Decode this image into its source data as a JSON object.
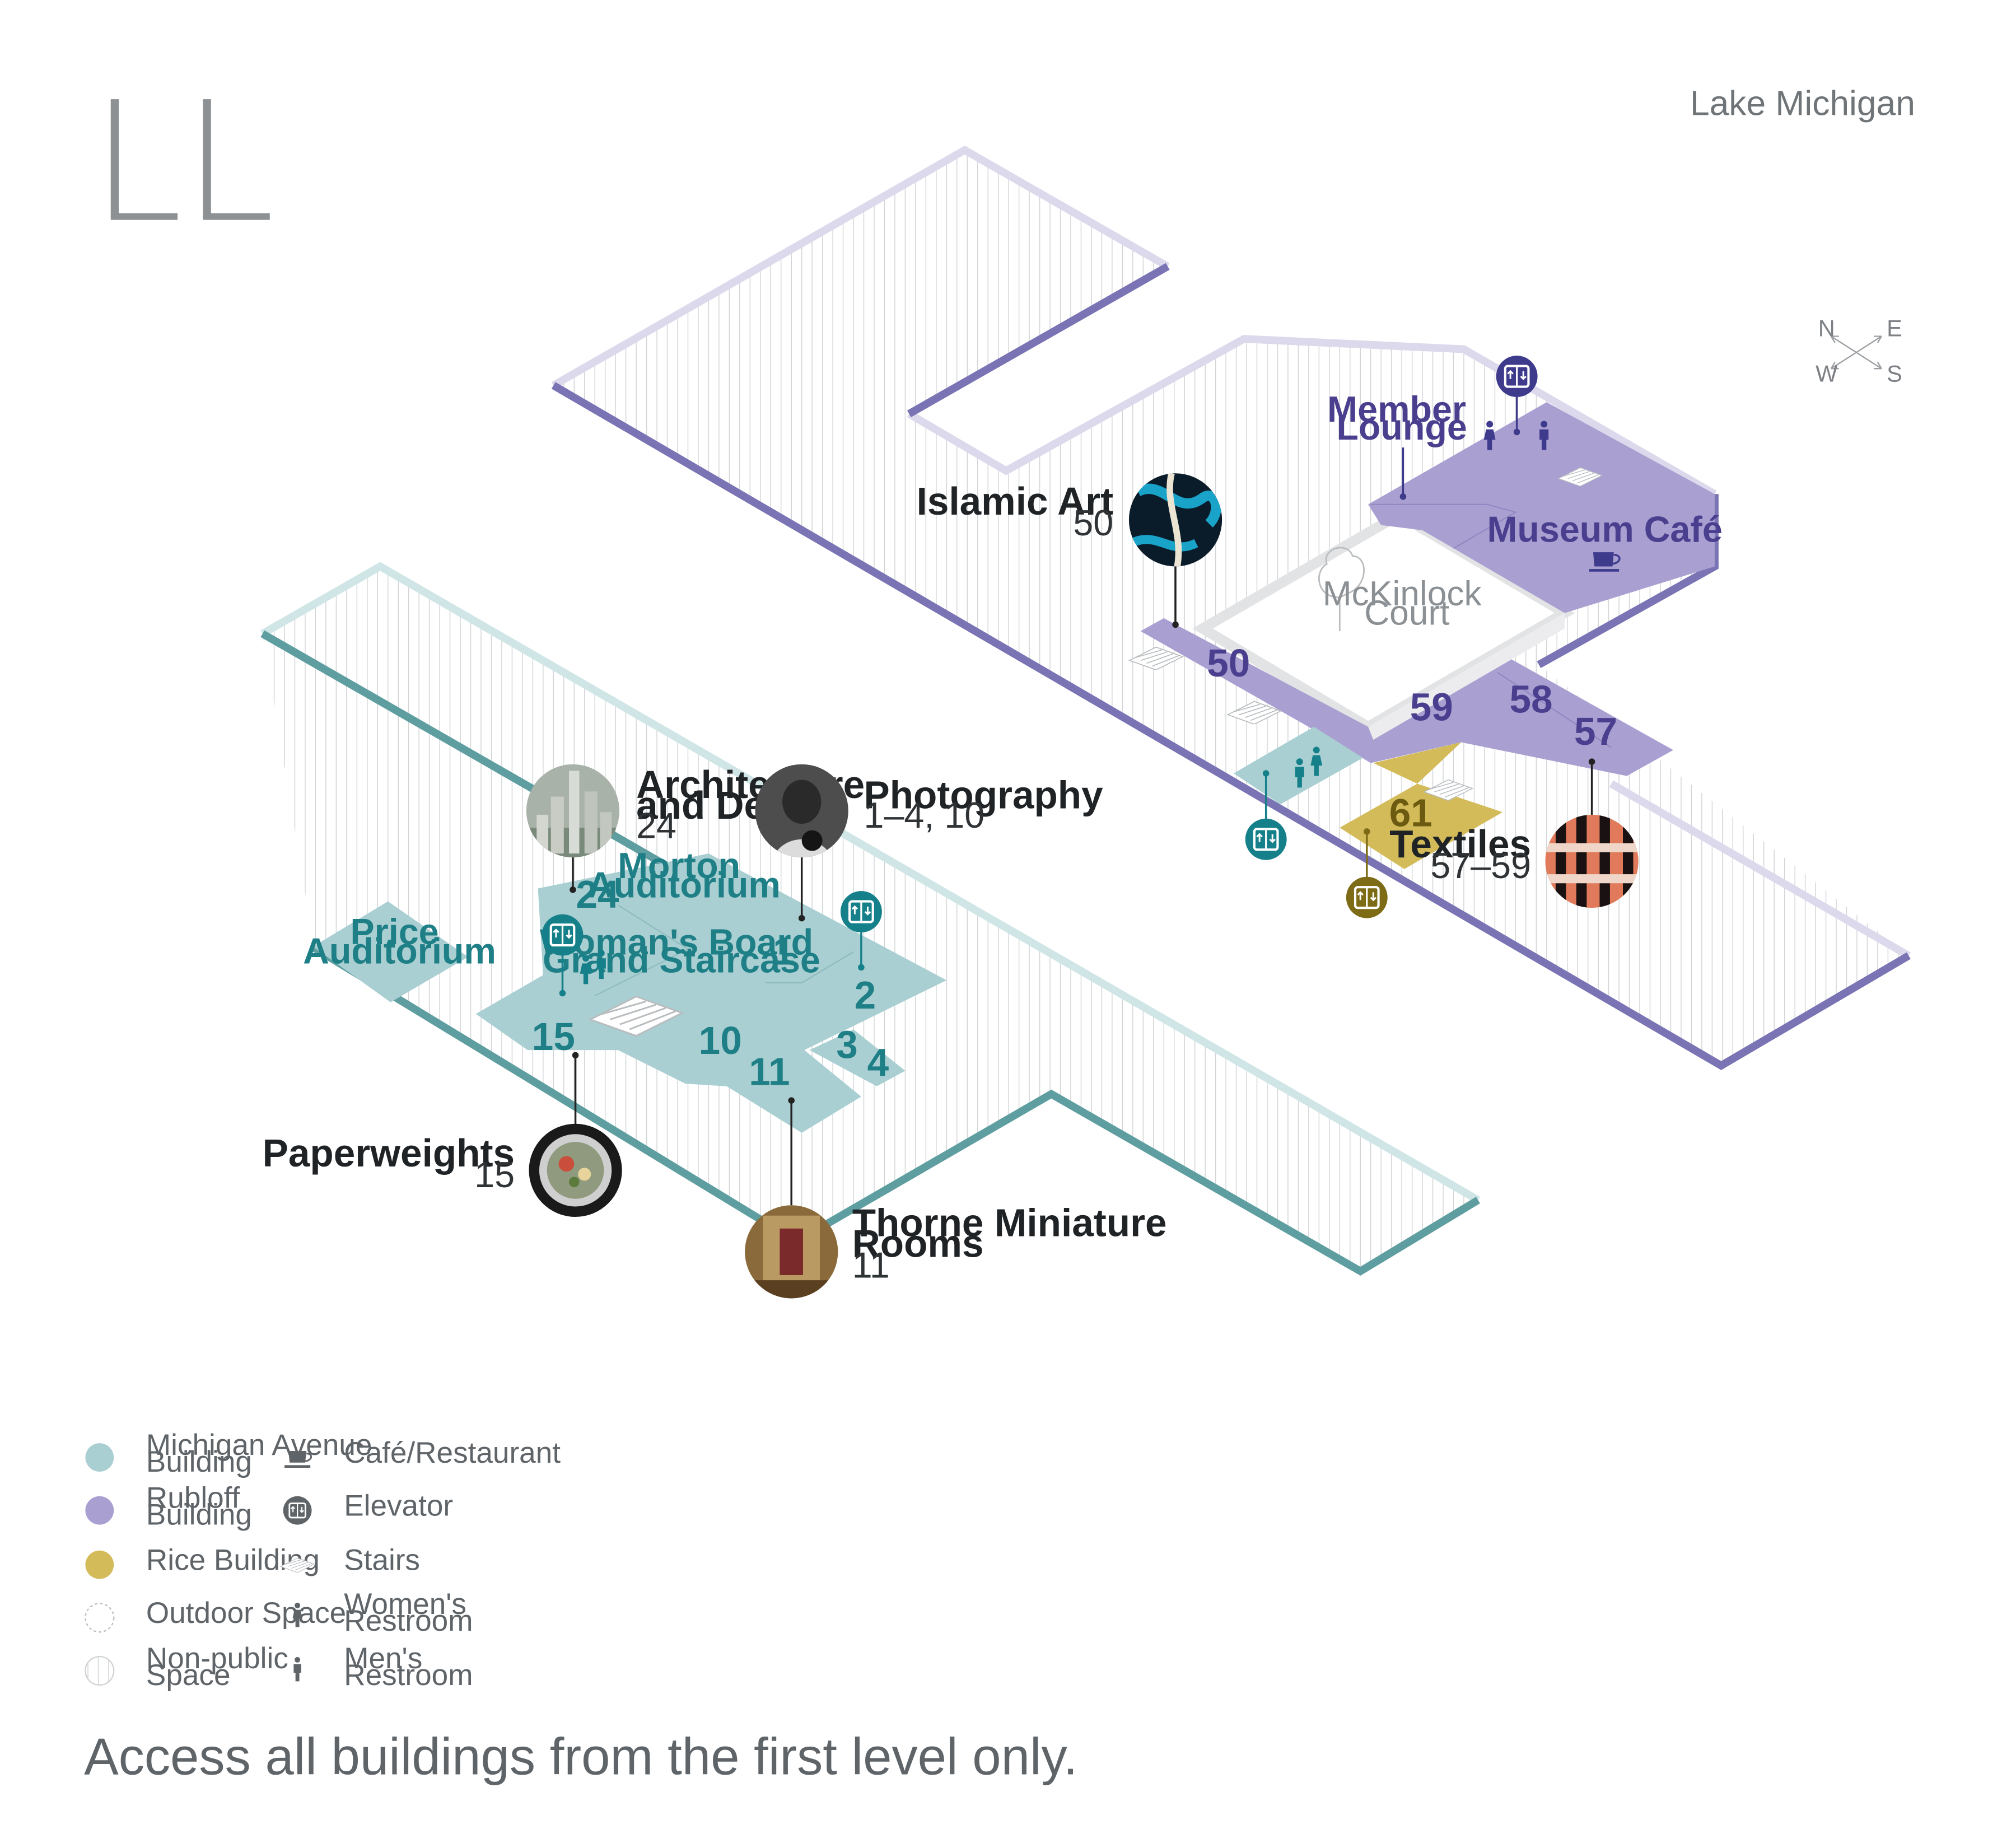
{
  "level_title": "LL",
  "lake_label": "Lake Michigan",
  "compass": {
    "north": "N",
    "east": "E",
    "west": "W",
    "south": "S"
  },
  "colors": {
    "michigan_avenue": "#a9cfd2",
    "rubloff": "#a99fd1",
    "rice": "#d3bb5a",
    "teal_marker": "#15808a",
    "purple_marker": "#3e3a8c",
    "gold_marker": "#7d6b16",
    "teal_wall": "#5f9ea0",
    "purple_wall": "#7a73b4"
  },
  "areas": {
    "price_auditorium": "Price\nAuditorium",
    "morton_auditorium": "Morton\nAuditorium",
    "womans_board_grand_staircase": "Woman's Board\nGrand Staircase",
    "member_lounge": "Member\nLounge",
    "museum_cafe": "Museum Café",
    "mckinlock_court": "McKinlock\nCourt"
  },
  "rooms": {
    "michigan": [
      "24",
      "1",
      "2",
      "3",
      "4",
      "10",
      "11",
      "15"
    ],
    "rubloff": [
      "50",
      "59",
      "58",
      "57"
    ],
    "rice": [
      "61"
    ]
  },
  "exhibits": [
    {
      "id": "architecture",
      "title": "Architecture\nand Design",
      "rooms": "24",
      "icon": "skyscraper-thumbnail"
    },
    {
      "id": "photography",
      "title": "Photography",
      "rooms": "1–4, 10",
      "icon": "portrait-photo-thumbnail"
    },
    {
      "id": "paperweights",
      "title": "Paperweights",
      "rooms": "15",
      "icon": "paperweight-thumbnail"
    },
    {
      "id": "thorne",
      "title": "Thorne Miniature\nRooms",
      "rooms": "11",
      "icon": "miniature-room-thumbnail"
    },
    {
      "id": "islamic",
      "title": "Islamic Art",
      "rooms": "50",
      "icon": "islamic-tile-thumbnail"
    },
    {
      "id": "textiles",
      "title": "Textiles",
      "rooms": "57–59",
      "icon": "textile-thumbnail"
    }
  ],
  "legend": [
    {
      "label": "Michigan Avenue\nBuilding",
      "icon": "teal-swatch"
    },
    {
      "label": "Rubloff\nBuilding",
      "icon": "purple-swatch"
    },
    {
      "label": "Rice Building",
      "icon": "gold-swatch"
    },
    {
      "label": "Outdoor Space",
      "icon": "dotted-circle-icon"
    },
    {
      "label": "Non-public\nSpace",
      "icon": "hatched-circle-icon"
    },
    {
      "label": "Café/Restaurant",
      "icon": "coffee-cup-icon"
    },
    {
      "label": "Elevator",
      "icon": "elevator-icon"
    },
    {
      "label": "Stairs",
      "icon": "stairs-icon"
    },
    {
      "label": "Women's\nRestroom",
      "icon": "womens-restroom-icon"
    },
    {
      "label": "Men's\nRestroom",
      "icon": "mens-restroom-icon"
    }
  ],
  "footer_note": "Access all buildings from the first level only."
}
